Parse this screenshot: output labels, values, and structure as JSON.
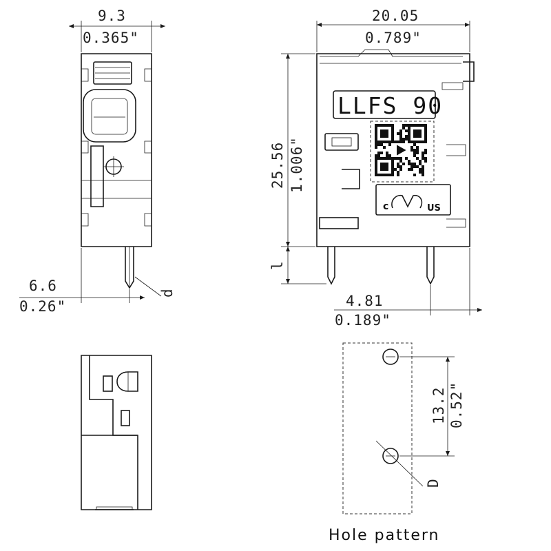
{
  "views": {
    "side": {
      "width_mm": "9.3",
      "width_in": "0.365\"",
      "pin_offset_mm": "6.6",
      "pin_offset_in": "0.26\"",
      "pin_diameter_symbol": "d"
    },
    "front": {
      "width_mm": "20.05",
      "width_in": "0.789\"",
      "height_mm": "25.56",
      "height_in": "1.006\"",
      "pin_length_symbol": "l",
      "pin_pitch_mm": "4.81",
      "pin_pitch_in": "0.189\"",
      "marking": "LLFS 90",
      "cert_c": "c",
      "cert_us": "US"
    },
    "hole_pattern": {
      "spacing_mm": "13.2",
      "spacing_in": "0.52\"",
      "hole_diameter_symbol": "D",
      "title": "Hole pattern"
    }
  }
}
